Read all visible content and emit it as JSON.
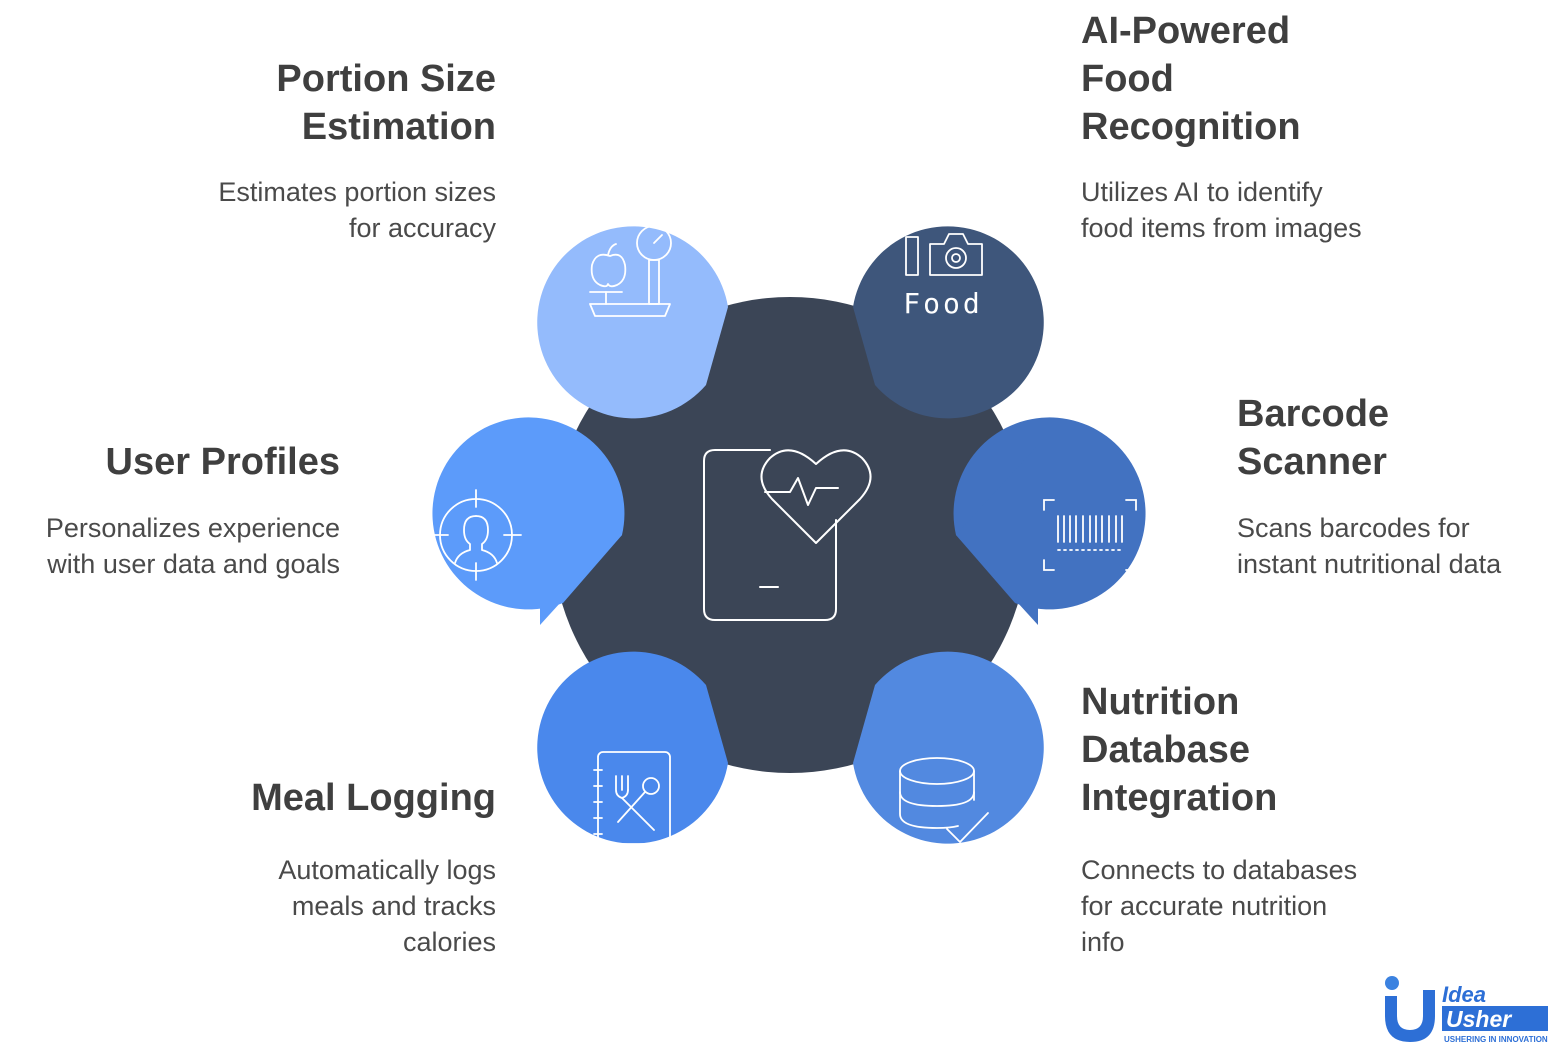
{
  "center": {
    "icon": "health-tablet-icon"
  },
  "features": {
    "portion": {
      "title": "Portion Size\nEstimation",
      "description": "Estimates portion sizes\nfor accuracy",
      "icon": "food-scale-icon",
      "color": "#94bbfc"
    },
    "ai": {
      "title": "AI-Powered\nFood\nRecognition",
      "description": "Utilizes AI to identify\nfood items from images",
      "icon": "camera-food-icon",
      "icon_text": "Food",
      "color": "#3e567b"
    },
    "user": {
      "title": "User Profiles",
      "description": "Personalizes experience\nwith user data and goals",
      "icon": "user-target-icon",
      "color": "#5c9bfa"
    },
    "barcode": {
      "title": "Barcode\nScanner",
      "description": "Scans barcodes for\ninstant nutritional data",
      "icon": "barcode-icon",
      "color": "#4272c1"
    },
    "meal": {
      "title": "Meal Logging",
      "description": "Automatically logs\nmeals and tracks\ncalories",
      "icon": "meal-notebook-icon",
      "color": "#4a88ec"
    },
    "nutrition": {
      "title": "Nutrition\nDatabase\nIntegration",
      "description": "Connects to databases\nfor accurate nutrition\ninfo",
      "icon": "database-check-icon",
      "color": "#5289e0"
    }
  },
  "logo": {
    "line1": "Idea",
    "line2": "Usher",
    "tagline": "USHERING IN INNOVATION"
  },
  "colors": {
    "hub": "#3b4556",
    "title_text": "#3f3f3f",
    "desc_text": "#4a4a4a",
    "icon_stroke": "#ffffff"
  }
}
